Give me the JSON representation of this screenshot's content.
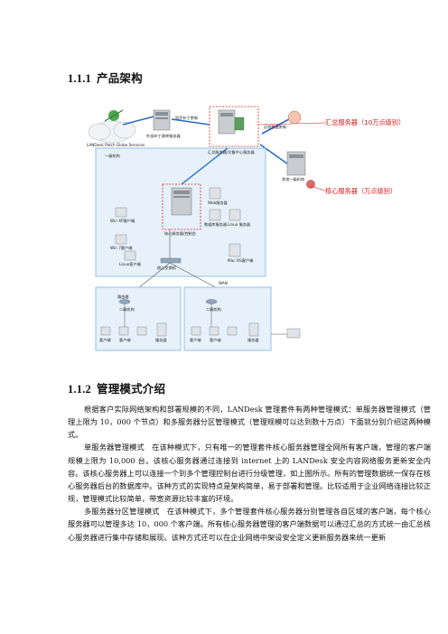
{
  "sections": [
    {
      "number": "1.1.1",
      "title": "产品架构"
    },
    {
      "number": "1.1.2",
      "title": "管理模式介绍"
    }
  ],
  "diagram": {
    "callouts": {
      "summary_server": "汇总服务器（10万点级别）",
      "core_server": "核心服务器（万点级别）"
    },
    "labels": {
      "landesk_cloud": "LANDesk Patch Globe Services",
      "patch_server": "外部补丁源库服务器",
      "to_summary": "同步补丁更新",
      "summary_box": "汇总服务器/灾备中心服务器",
      "sync_update": "远程数据更新",
      "first_zone": "一级机构",
      "core_box": "核心服务器/控制台",
      "other_branch": "其他一级机构",
      "pc1": "Win XP客户端",
      "pc2": "Win 7客户端",
      "pc3": "Linux客户端",
      "pc4": "Mac OS客户端",
      "server1": "Web服务器",
      "server2": "数据库服务器",
      "server3": "Linux 服务器",
      "switch": "核心交换机",
      "wan": "WAN",
      "second_a": "二级机构",
      "second_b": "二级机构",
      "router": "路由器",
      "c1": "客户端",
      "c2": "客户端",
      "c3": "服务器",
      "c4": "客户端",
      "c5": "客户端",
      "c6": "服务器"
    },
    "colors": {
      "callout": "#d41c1c",
      "zone_fill": "#e6f1fb",
      "zone_stroke": "#7fb2e0",
      "highlight_dash": "#e02020"
    }
  },
  "paragraphs": [
    "根据客户实际网络架构和部署规模的不同，LANDesk 管理套件有两种管理模式：单服务器管理模式（管理上限为 10，000 个节点）和多服务器分区管理模式（管理规模可以达到数十万点）下面就分别介绍这两种模式。",
    "单服务器管理模式　在该种模式下，只有唯一的管理套件核心服务器管理全网所有客户端，管理的客户端规模上限为 10,000 台。该核心服务器通过连接到 internet 上的 LANDesk 安全内容网络服务更新安全内容。该核心服务器上可以连接一个到多个管理控制台进行分级管理，如上图所示。所有的管理数据统一保存在核心服务器后台的数据库中。该种方式的实现特点是架构简单，易于部署和管理。比较适用于企业网络连接比较正规，管理模式比较简单，带宽资源比较丰富的环境。",
    "多服务器分区管理模式　在该种模式下，多个管理套件核心服务器分别管理各自区域的客户端，每个核心服务器可以管理多达 10，000 个客户端。所有核心服务器管理的客户端数据可以通过汇总的方式统一由汇总核心服务器进行集中存储和展现。该种方式还可以在企业网络中架设安全定义更新服务器来统一更新"
  ]
}
